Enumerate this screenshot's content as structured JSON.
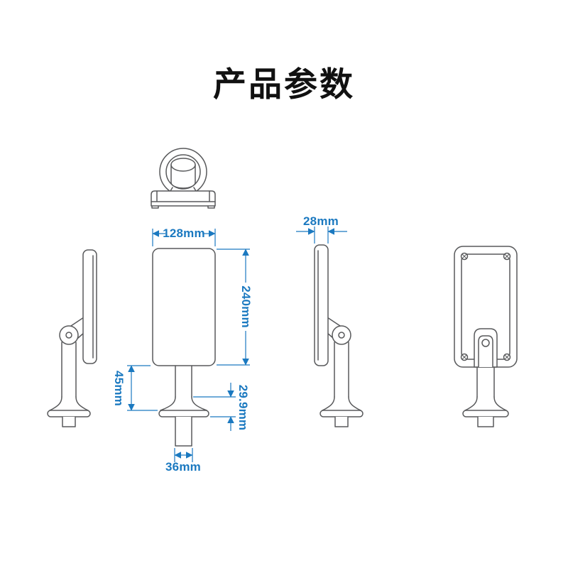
{
  "title": "产品参数",
  "colors": {
    "dimension_blue": "#1b79c0",
    "line_gray": "#58595b",
    "title_black": "#111111",
    "background": "#ffffff"
  },
  "dimensions": {
    "panel_width": "128mm",
    "panel_height": "240mm",
    "pole_upper_length": "45mm",
    "base_height": "29.9mm",
    "pole_width": "36mm",
    "panel_thickness": "28mm"
  }
}
